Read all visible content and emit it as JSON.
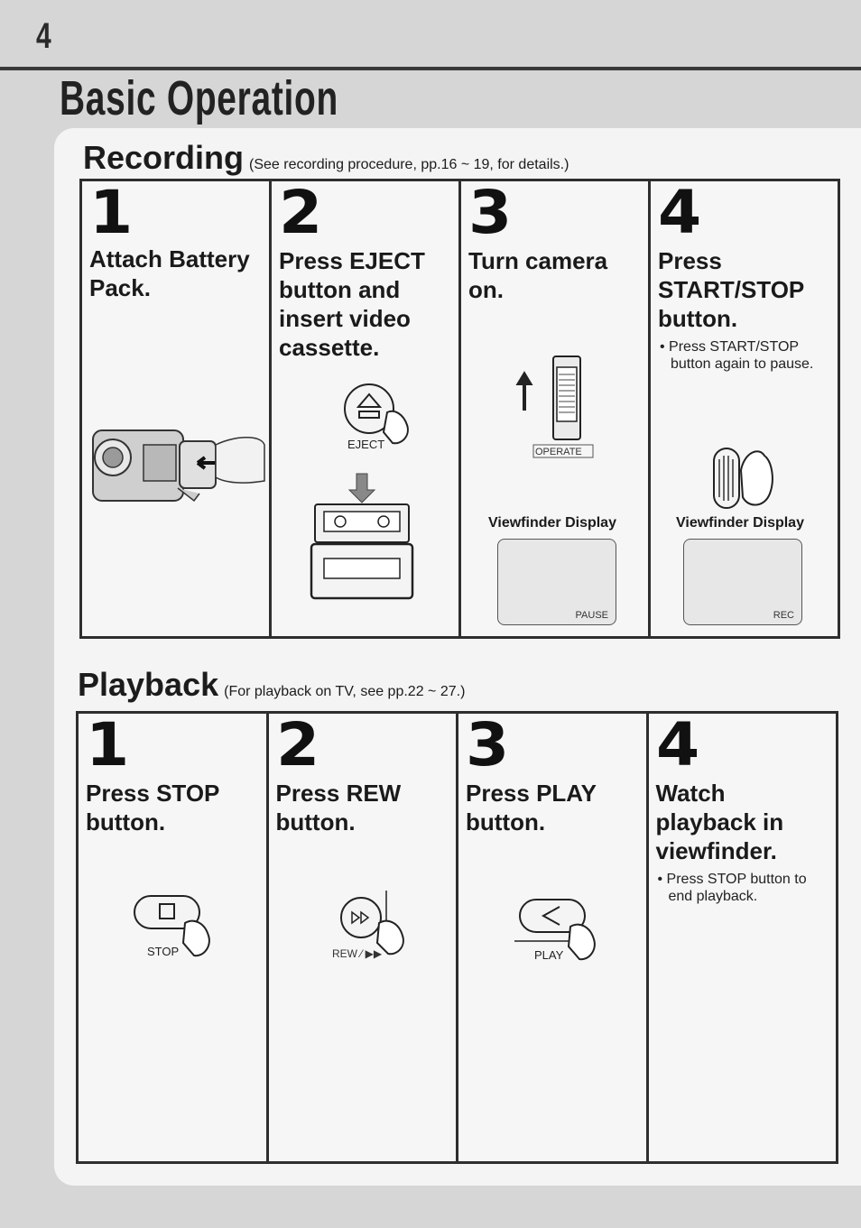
{
  "page": {
    "number": "4",
    "title": "Basic Operation"
  },
  "recording": {
    "title": "Recording",
    "note": "(See recording procedure, pp.16 ~ 19, for details.)",
    "steps": [
      {
        "number": "1",
        "title": "Attach Battery Pack."
      },
      {
        "number": "2",
        "title": "Press EJECT button and insert video cassette.",
        "button_label": "EJECT"
      },
      {
        "number": "3",
        "title": "Turn camera on.",
        "switch_label": "OPERATE",
        "viewfinder_label": "Viewfinder Display",
        "viewfinder_text": "PAUSE"
      },
      {
        "number": "4",
        "title": "Press START/STOP button.",
        "note": "• Press START/STOP button again to pause.",
        "viewfinder_label": "Viewfinder Display",
        "viewfinder_text": "REC"
      }
    ]
  },
  "playback": {
    "title": "Playback",
    "note": "(For playback on TV, see pp.22 ~ 27.)",
    "steps": [
      {
        "number": "1",
        "title": "Press STOP button.",
        "button_label": "STOP"
      },
      {
        "number": "2",
        "title": "Press REW button.",
        "button_label": "REW ⁄ ▶▶"
      },
      {
        "number": "3",
        "title": "Press PLAY button.",
        "button_label": "PLAY"
      },
      {
        "number": "4",
        "title": "Watch playback in viewfinder.",
        "note": "• Press STOP button to end playback."
      }
    ]
  }
}
